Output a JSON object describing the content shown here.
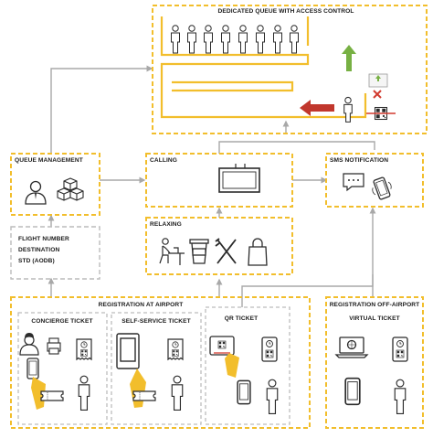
{
  "colors": {
    "accent_yellow": "#f2be2c",
    "line_gray": "#a8a8a8",
    "dash_gray": "#b8b8b8",
    "icon_dark": "#2b2b2b",
    "arrow_green": "#77b043",
    "arrow_red": "#c1372d",
    "x_red": "#d23a2e"
  },
  "boxes": {
    "dedicated_queue": {
      "title": "DEDICATED QUEUE WITH ACCESS CONTROL"
    },
    "queue_management": {
      "title": "QUEUE MANAGEMENT"
    },
    "calling": {
      "title": "CALLING"
    },
    "sms_notification": {
      "title": "SMS NOTIFICATION"
    },
    "relaxing": {
      "title": "RELAXING"
    },
    "aodb": {
      "lines": [
        "FLIGHT NUMBER",
        "DESTINATION",
        "STD (AODB)"
      ]
    },
    "registration_airport": {
      "title": "REGISTRATION AT AIRPORT"
    },
    "concierge_ticket": {
      "title": "CONCIERGE TICKET"
    },
    "self_service_ticket": {
      "title": "SELF-SERVICE TICKET"
    },
    "qr_ticket": {
      "title": "QR TICKET"
    },
    "registration_off_airport": {
      "title": "REGISTRATION OFF-AIRPORT"
    },
    "virtual_ticket": {
      "title": "VIRTUAL TICKET"
    }
  },
  "icons": {
    "queue": [
      "person-icon"
    ],
    "queue_management": [
      "manager-icon",
      "boxes-icon"
    ],
    "calling": [
      "display-screen-icon"
    ],
    "sms": [
      "chat-bubble-icon",
      "phone-icon"
    ],
    "relaxing": [
      "person-at-table-icon",
      "coffee-cup-icon",
      "cutlery-icon",
      "shopping-bag-icon"
    ],
    "concierge": [
      "attendant-icon",
      "printer-icon",
      "qr-receipt-icon",
      "phone-icon",
      "ticket-icon",
      "person-icon"
    ],
    "self_service": [
      "kiosk-icon",
      "qr-receipt-icon",
      "ticket-icon",
      "person-icon"
    ],
    "qr": [
      "qr-scanner-icon",
      "qr-phone-icon",
      "phone-icon",
      "person-icon"
    ],
    "virtual": [
      "laptop-icon",
      "qr-phone-icon",
      "phone-icon",
      "person-icon"
    ]
  }
}
